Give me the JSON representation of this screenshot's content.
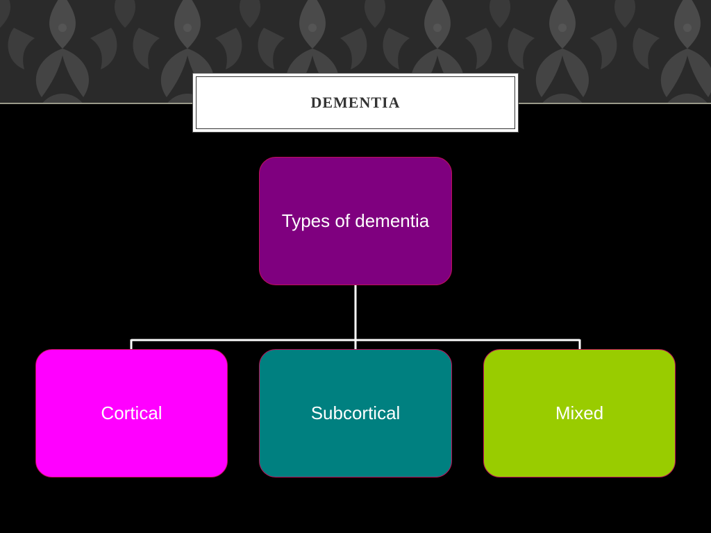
{
  "slide": {
    "title": "DEMENTIA"
  },
  "diagram": {
    "root": {
      "label": "Types of dementia",
      "color": "#7f007f"
    },
    "children": [
      {
        "label": "Cortical",
        "color": "#ff00ff"
      },
      {
        "label": "Subcortical",
        "color": "#008080"
      },
      {
        "label": "Mixed",
        "color": "#99cc00"
      }
    ],
    "connector_color": "#ffffff",
    "node_border_color": "#c0105a"
  }
}
